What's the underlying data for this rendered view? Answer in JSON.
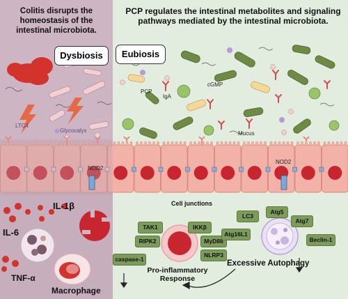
{
  "left_panel": {
    "title": "Colitis disrupts the homeostasis of the intestinal microbiota.",
    "state_label": "Dysbiosis",
    "labels": {
      "ltc4": "LTC4",
      "glycocalyx": "Glycocalyx",
      "nod2": "NOD2",
      "il6": "IL-6",
      "il1b": "IL-1β",
      "tnfa": "TNF-α",
      "macrophage": "Macrophage"
    }
  },
  "right_panel": {
    "title": "PCP regulates the intestinal metabolites and signaling pathways mediated by the intestinal microbiota.",
    "state_label": "Eubiosis",
    "labels": {
      "pcp": "PCP",
      "iga": "IgA",
      "cgmp": "cGMP",
      "mucus": "Mucus",
      "nod2": "NOD2",
      "cell_junctions": "Cell junctions"
    }
  },
  "inflammation": {
    "tags": [
      "TAK1",
      "IKKβ",
      "RIPK2",
      "MyD88",
      "NLRP3",
      "caspase-1"
    ],
    "label": "Pro-inflammatory Response"
  },
  "autophagy": {
    "tags": [
      "LC3",
      "Atg5",
      "Atg7",
      "Atg16L1",
      "Beclin-1"
    ],
    "label": "Excessive Autophagy"
  },
  "colors": {
    "left_bg": "#cdb5c4",
    "right_bg": "#e3eddf",
    "cell": "#f3b2a8",
    "nucleus": "#c8262e",
    "bacteria_green": "#6e8a45",
    "bacteria_pink": "#e8b4b8",
    "tag_green": "#7d9b5a"
  }
}
